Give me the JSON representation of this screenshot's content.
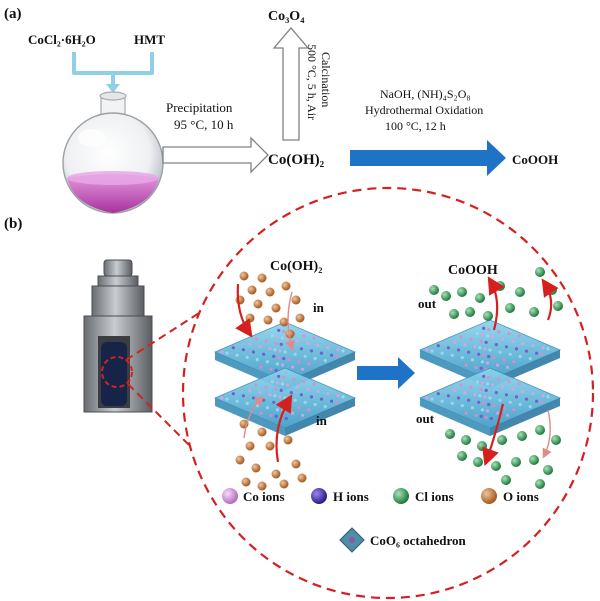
{
  "panel_a": {
    "label": "(a)",
    "reagent_1": "CoCl₂·6H₂O",
    "reagent_2": "HMT",
    "step_1_line1": "Precipitation",
    "step_1_line2": "95 °C, 10 h",
    "intermediate": "Co(OH)₂",
    "product_1": "Co₃O₄",
    "calcination_line1": "Calcination",
    "calcination_line2": "500 °C, 5 h, Air",
    "step_2_line1": "NaOH, (NH)₄S₂O₈",
    "step_2_line2": "Hydrothermal Oxidation",
    "step_2_line3": "100  °C, 12 h",
    "product_2": "CoOOH"
  },
  "panel_b": {
    "label": "(b)",
    "left_title": "Co(OH)₂",
    "right_title": "CoOOH",
    "in_top": "in",
    "in_bottom": "in",
    "out_top": "out",
    "out_bottom": "out",
    "legend": [
      {
        "label": "Co ions",
        "color": "#d79be0"
      },
      {
        "label": "H ions",
        "color": "#4a2fb0"
      },
      {
        "label": "Cl ions",
        "color": "#3aa05a"
      },
      {
        "label": "O ions",
        "color": "#c77a3e"
      }
    ],
    "octahedron_label": "CoO₆ octahedron"
  },
  "colors": {
    "flow_arrow": "#1f73c7",
    "dashed_circle": "#d62020",
    "sheet": "#5fb7d9",
    "flask_liquid": "#c64fc2",
    "feed_lines": "#8fd0e8"
  }
}
